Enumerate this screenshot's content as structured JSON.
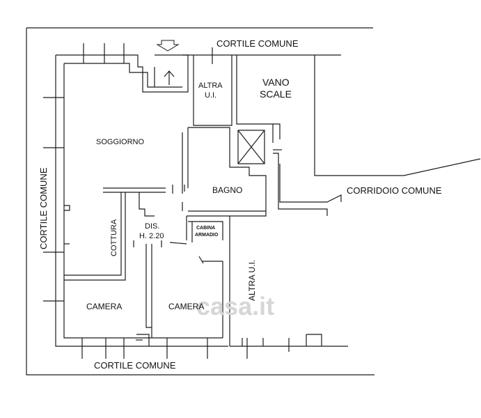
{
  "labels": {
    "cortile_top": "CORTILE COMUNE",
    "cortile_bottom": "CORTILE COMUNE",
    "cortile_left": "CORTILE COMUNE",
    "altra_ui_1a": "ALTRA",
    "altra_ui_1b": "U.I.",
    "vano_a": "VANO",
    "vano_b": "SCALE",
    "soggiorno": "SOGGIORNO",
    "bagno": "BAGNO",
    "corridoio": "CORRIDOIO COMUNE",
    "cottura": "COTTURA",
    "dis_a": "DIS.",
    "dis_b": "H. 2.20",
    "cabina_a": "CABINA",
    "cabina_b": "ARMADIO",
    "altra_ui_2": "ALTRA U.I.",
    "camera_1": "CAMERA",
    "camera_2": "CAMERA",
    "watermark": "casa.it"
  },
  "colors": {
    "line": "#1a1a1a",
    "wall_fill": "#f4f4f4",
    "watermark": "#d6d6d6"
  },
  "icons": {
    "entrance": "entrance-arrow-icon",
    "stair_up": "stair-up-arrow-icon",
    "elevator": "elevator-cross-icon"
  }
}
